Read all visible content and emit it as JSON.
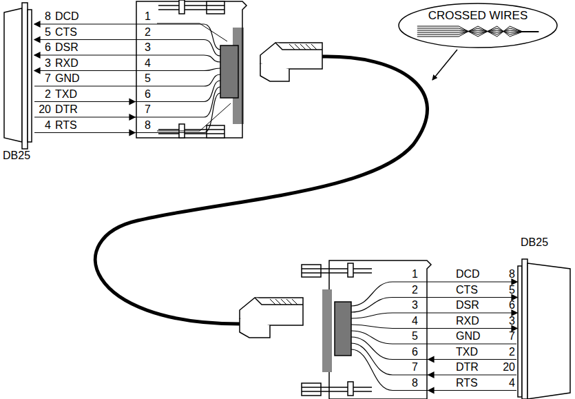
{
  "diagram": {
    "nodes": [
      {
        "text": [
          "CROSSED WIRES"
        ]
      }
    ],
    "labels": [
      "DB25",
      "8",
      "DCD",
      "1",
      "5",
      "CTS",
      "2",
      "6",
      "DSR",
      "3",
      "3",
      "RXD",
      "4",
      "7",
      "GND",
      "5",
      "2",
      "TXD",
      "6",
      "20",
      "DTR",
      "7",
      "4",
      "RTS",
      "8",
      "DB25",
      "1",
      "DCD",
      "8",
      "2",
      "CTS",
      "5",
      "3",
      "DSR",
      "6",
      "4",
      "RXD",
      "3",
      "5",
      "GND",
      "7",
      "6",
      "TXD",
      "2",
      "7",
      "DTR",
      "20",
      "8",
      "RTS",
      "4"
    ]
  }
}
